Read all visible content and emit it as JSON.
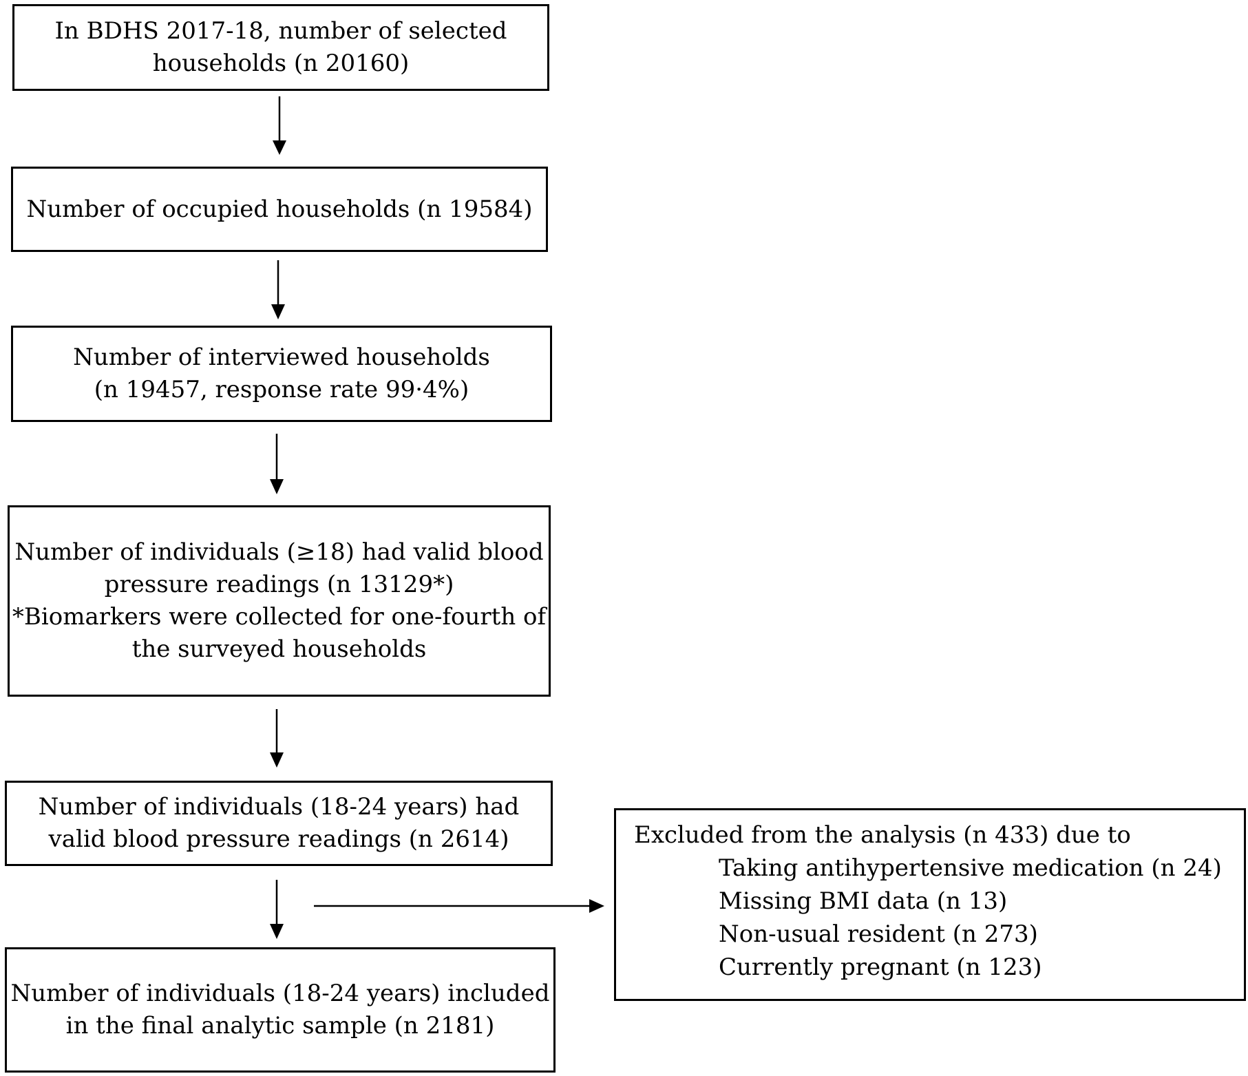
{
  "boxes": {
    "selected_households": {
      "lines": [
        "In BDHS 2017-18, number of selected",
        "households (n 20160)"
      ]
    },
    "occupied_households": {
      "lines": [
        "Number of occupied households (n 19584)"
      ]
    },
    "interviewed_households": {
      "lines": [
        "Number of interviewed households",
        "(n 19457, response rate 99·4%)"
      ]
    },
    "valid_bp_adults": {
      "lines": [
        "Number of individuals (≥18) had valid blood",
        "pressure readings (n 13129*)",
        "*Biomarkers were collected for one-fourth of",
        "the surveyed households"
      ]
    },
    "valid_bp_young": {
      "lines": [
        "Number of individuals (18-24 years) had",
        "valid blood pressure readings (n 2614)"
      ]
    },
    "final_sample": {
      "lines": [
        "Number of individuals (18-24 years) included",
        "in the final analytic sample (n 2181)"
      ]
    },
    "excluded": {
      "heading": "Excluded from the analysis (n 433) due to",
      "reasons": [
        "Taking antihypertensive medication (n 24)",
        "Missing BMI data (n 13)",
        "Non-usual resident (n 273)",
        "Currently pregnant (n 123)"
      ]
    }
  },
  "style": {
    "border_color": "#000000",
    "text_color": "#000000",
    "background": "#ffffff"
  }
}
